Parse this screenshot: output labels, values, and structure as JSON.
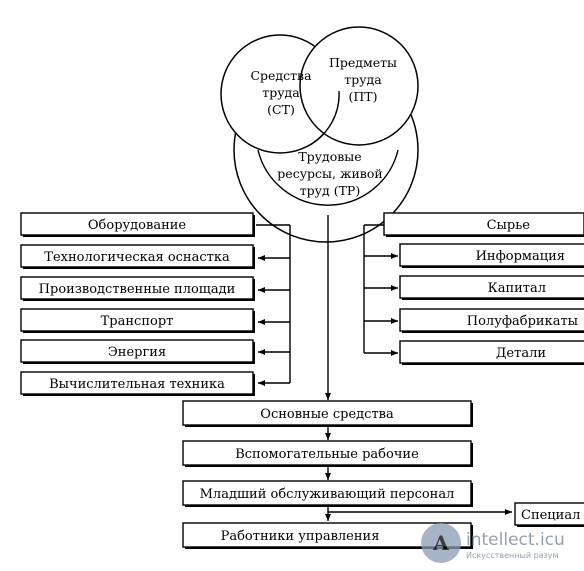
{
  "circles": {
    "st": [
      "Средства",
      "труда",
      "(СТ)"
    ],
    "pt": [
      "Предметы",
      "труда",
      "(ПТ)"
    ],
    "tr": [
      "Трудовые",
      "ресурсы, живой",
      "труд (ТР)"
    ]
  },
  "left_boxes": [
    "Оборудование",
    "Технологическая оснастка",
    "Производственные площади",
    "Транспорт",
    "Энергия",
    "Вычислительная техника"
  ],
  "right_boxes": [
    "Сырье",
    "Информация",
    "Капитал",
    "Полуфабрикаты",
    "Детали"
  ],
  "center_boxes": [
    "Основные средства",
    "Вспомогательные рабочие",
    "Младший обслуживающий персонал",
    "Работники управления"
  ],
  "side_box": "Специал",
  "watermark": {
    "name": "intellect.icu",
    "tagline": "Искусственный разум"
  }
}
